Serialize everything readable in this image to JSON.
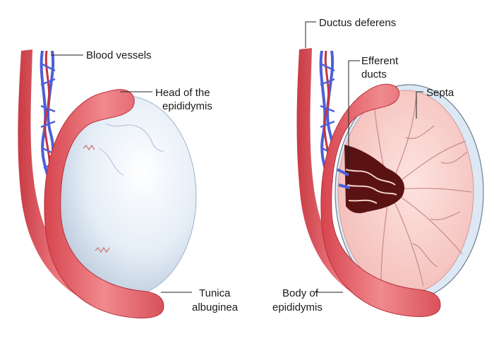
{
  "labels": {
    "blood_vessels": "Blood vessels",
    "head_line1": "Head of the",
    "head_line2": "epididymis",
    "tunica_line1": "Tunica",
    "tunica_line2": "albuginea",
    "ductus_deferens": "Ductus deferens",
    "efferent_line1": "Efferent",
    "efferent_line2": "ducts",
    "septa": "Septa",
    "body_line1": "Body of",
    "body_line2": "epididymis"
  },
  "colors": {
    "epididymis": "#e8646a",
    "epididymis_light": "#f6a3a6",
    "vein": "#4d5fd6",
    "artery": "#c8323e",
    "testis_surface": "#dbe7f2",
    "testis_interior": "#f6cfcc",
    "septa_line": "#c26a6a",
    "rete": "#5a1212"
  }
}
